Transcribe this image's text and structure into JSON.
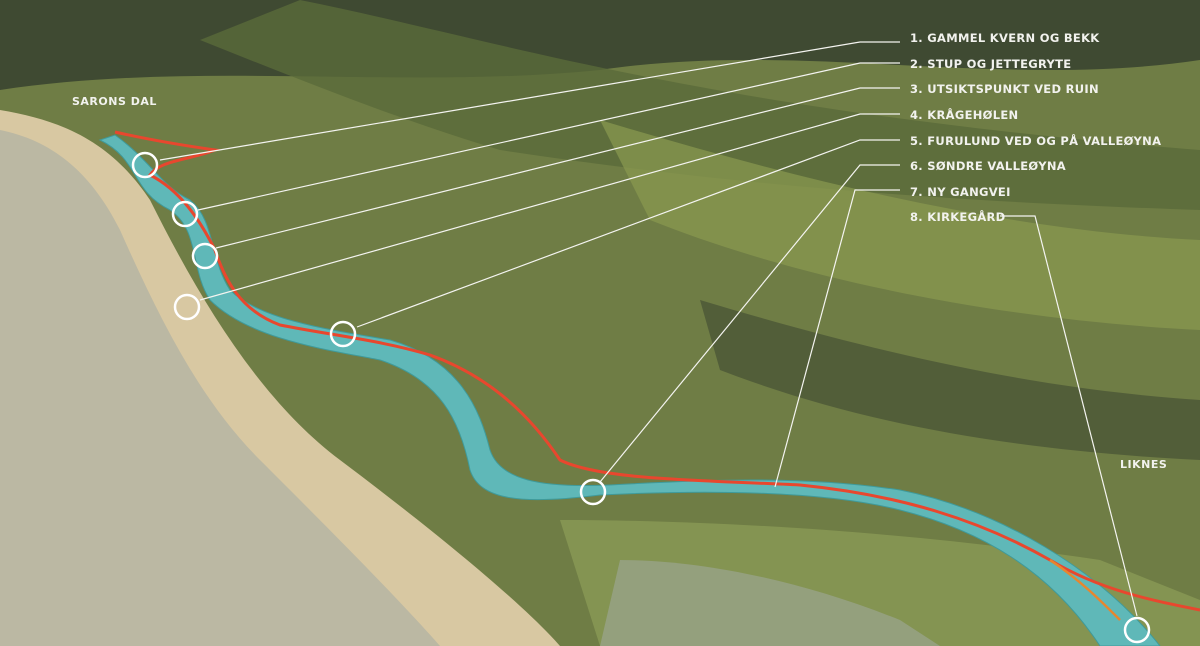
{
  "places": {
    "start": "SARONS DAL",
    "end": "LIKNES"
  },
  "legend": [
    "1. GAMMEL KVERN OG BEKK",
    "2. STUP OG JETTEGRYTE",
    "3. UTSIKTSPUNKT VED RUIN",
    "4. KRÅGEHØLEN",
    "5. FURULUND VED OG PÅ VALLEØYNA",
    "6. SØNDRE VALLEØYNA",
    "7. NY GANGVEI",
    "8. KIRKEGÅRD"
  ],
  "colors": {
    "river": "#5fb8b8",
    "path": "#e8472e",
    "new_path": "#e8862e",
    "forest_dark": "#3f4a30",
    "forest_light": "#7d8b47",
    "town": "#d6c6a0"
  }
}
